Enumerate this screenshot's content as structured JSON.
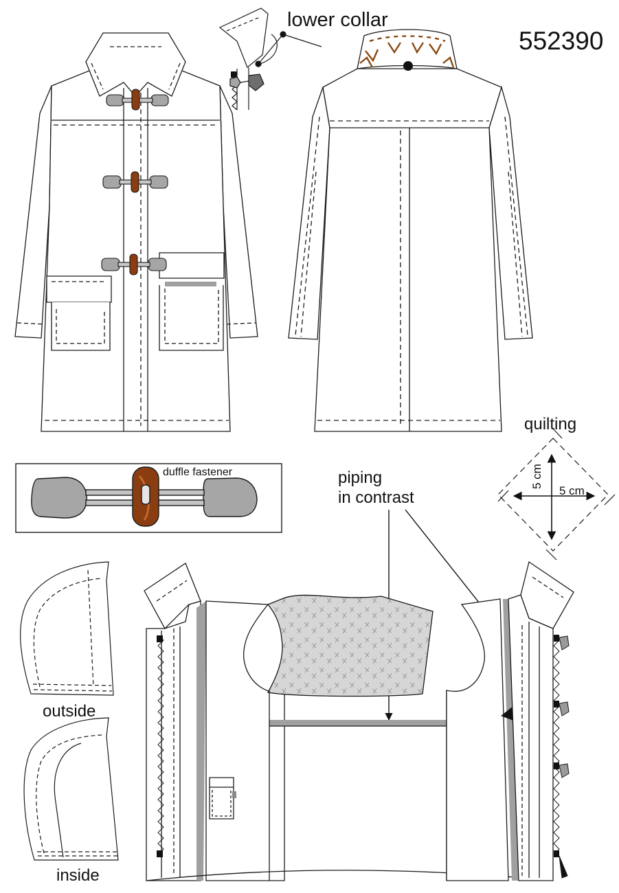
{
  "pattern_number": "552390",
  "labels": {
    "lower_collar": "lower collar",
    "duffle_fastener": "duffle fastener",
    "quilting": "quilting",
    "quilt_height": "5 cm",
    "quilt_width": "5 cm",
    "piping_line1": "piping",
    "piping_line2": "in contrast",
    "outside": "outside",
    "inside": "inside"
  },
  "colors": {
    "line": "#1a1a1a",
    "toggle_gray": "#a6a6a6",
    "horn_brown": "#8a3d10",
    "quilting_fill": "#d6d6d6",
    "piping_gray": "#a0a0a0",
    "stitch_brown": "#8a4a10"
  }
}
